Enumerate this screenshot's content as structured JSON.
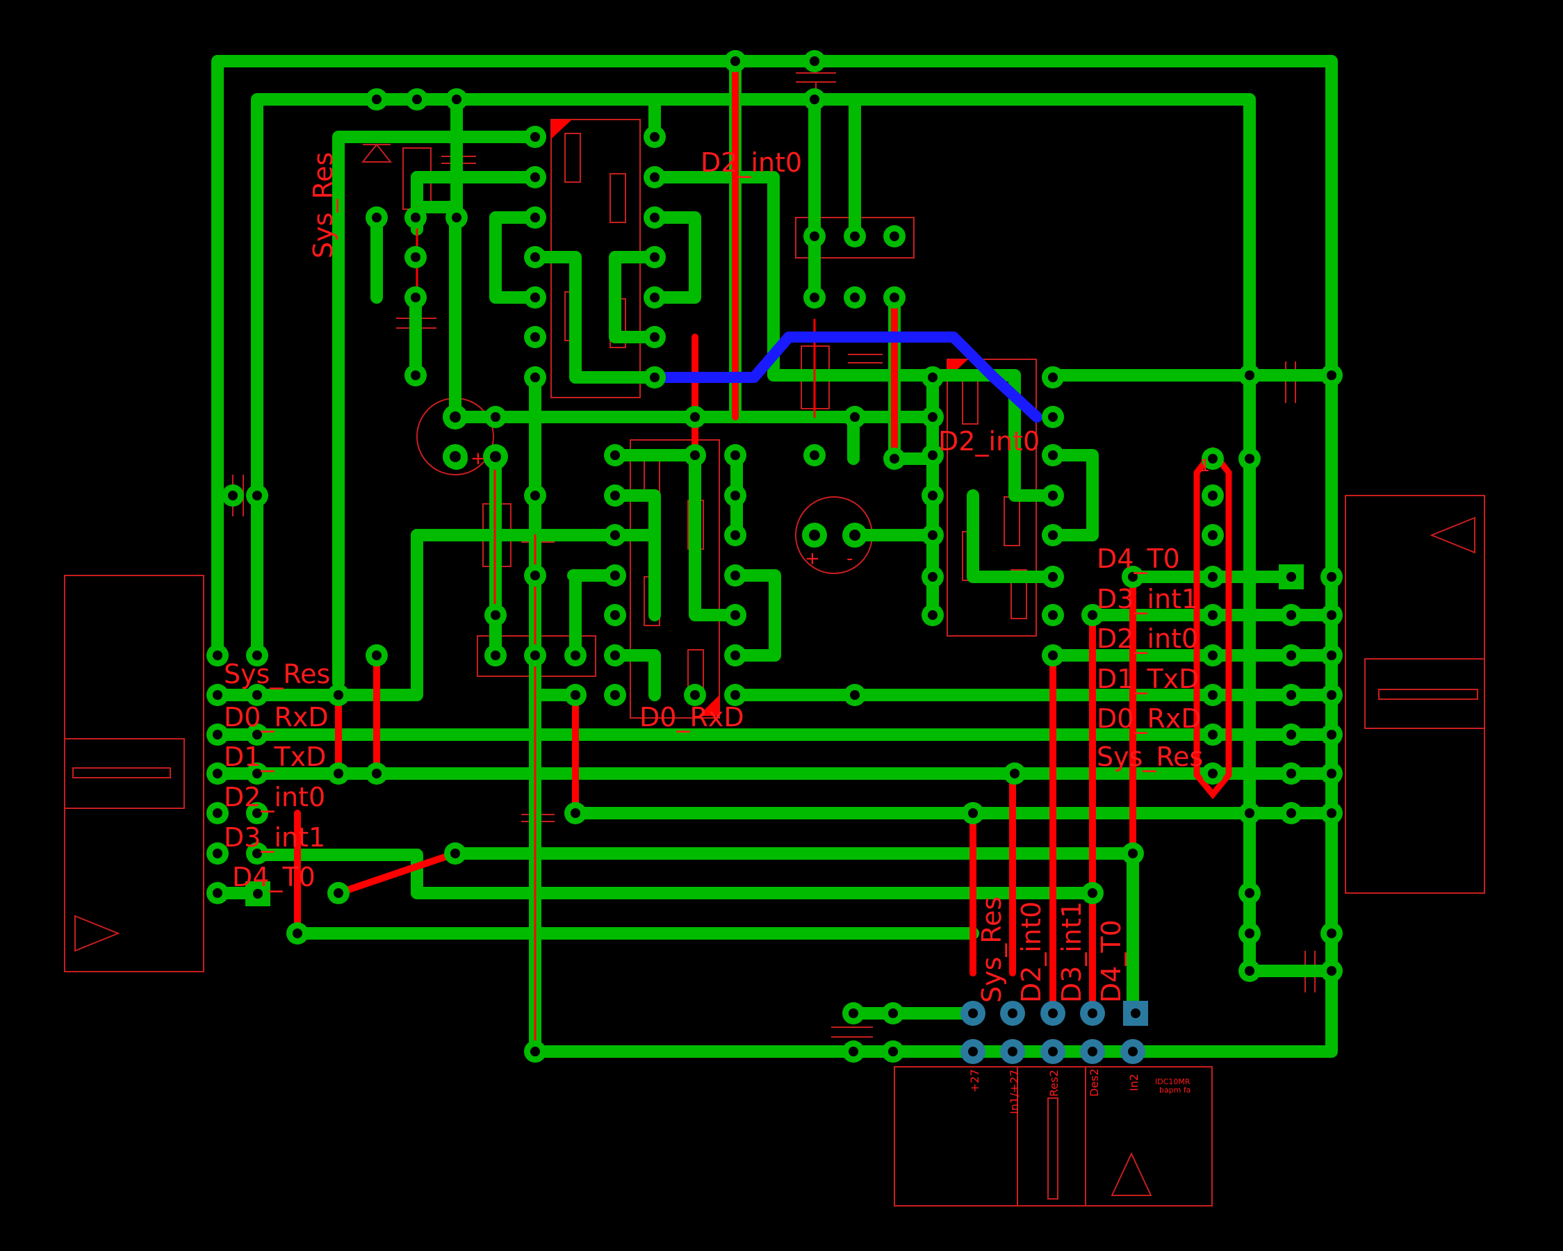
{
  "colors": {
    "background": "#000000",
    "top_copper": "#00bb00",
    "bottom_copper": "#ff0000",
    "jumper_wire": "#1a1aff",
    "silkscreen": "#c81e1e",
    "header_pad": "#2a7aa0"
  },
  "labels": {
    "sys_res_vertical": "Sys_Res",
    "d2_int0_top": "D2_int0",
    "d2_int0_mid": "D2_int0",
    "d0_rxd_mid": "D0_RxD",
    "left_connector": [
      "Sys_Res",
      "D0_RxD",
      "D1_TxD",
      "D2_int0",
      "D3_int1",
      "D4_T0"
    ],
    "right_connector": [
      "D4_T0",
      "D3_int1",
      "D2_int0",
      "D1_TxD",
      "D0_RxD",
      "Sys_Res"
    ],
    "bottom_connector": [
      "Sys_Res",
      "D2_int0",
      "D3_int1",
      "D4_T0"
    ]
  },
  "bottom_header": {
    "pin_labels": [
      "+27",
      "In1/+27",
      "Res2",
      "Des2",
      "In2"
    ],
    "part_name": "IDC10MR",
    "part_sub": "bapm fa"
  },
  "markers": {
    "cap_plus": "+",
    "cap_minus": "-",
    "pin_one": "1"
  }
}
